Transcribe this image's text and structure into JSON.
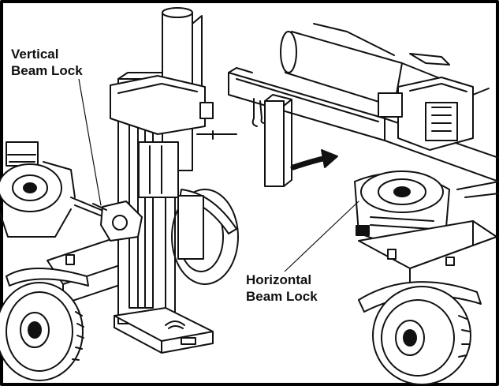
{
  "figure": {
    "callouts": {
      "vertical_beam_lock": {
        "line1": "Vertical",
        "line2": "Beam Lock"
      },
      "horizontal_beam_lock": {
        "line1": "Horizontal",
        "line2": "Beam Lock"
      }
    },
    "frame_color": "#000000",
    "ink_color": "#111111",
    "paper_color": "#ffffff"
  }
}
